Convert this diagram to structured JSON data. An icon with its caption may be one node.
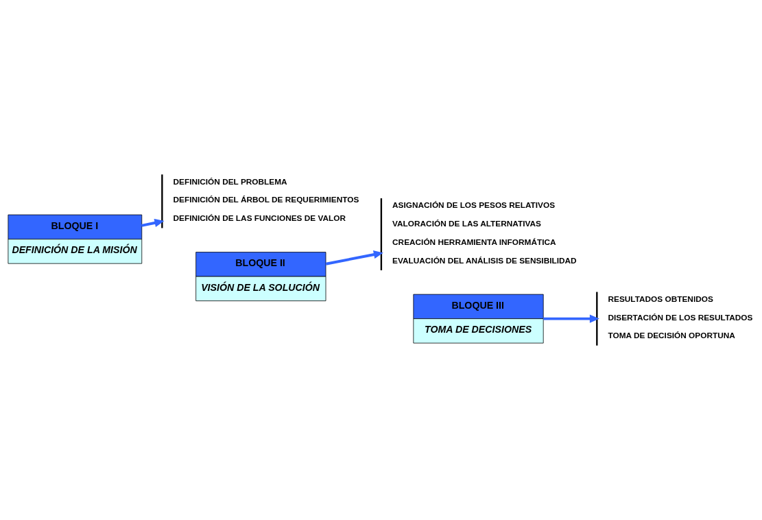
{
  "diagram": {
    "nodes": [
      {
        "text": [
          "BLOQUE I",
          "DEFINICIÓN DE LA MISIÓN"
        ]
      },
      {
        "text": [
          "DEFINICIÓN DEL PROBLEMA",
          "DEFINICIÓN DEL ÁRBOL DE REQUERIMIENTOS",
          "DEFINICIÓN DE LAS FUNCIONES DE VALOR"
        ]
      },
      {
        "text": [
          "BLOQUE II",
          "VISIÓN DE LA SOLUCIÓN"
        ]
      },
      {
        "text": [
          "ASIGNACIÓN DE LOS PESOS RELATIVOS",
          "VALORACIÓN DE LAS ALTERNATIVAS",
          "CREACIÓN HERRAMIENTA INFORMÁTICA",
          "EVALUACIÓN DEL ANÁLISIS DE SENSIBILIDAD"
        ]
      },
      {
        "text": [
          "BLOQUE III",
          "TOMA DE DECISIONES"
        ]
      },
      {
        "text": [
          "RESULTADOS OBTENIDOS",
          "DISERTACIÓN DE LOS RESULTADOS",
          "TOMA DE DECISIÓN OPORTUNA"
        ]
      }
    ],
    "edges": [
      {
        "from": 0,
        "to": 1,
        "arrow": "to"
      },
      {
        "from": 2,
        "to": 3,
        "arrow": "to"
      },
      {
        "from": 4,
        "to": 5,
        "arrow": "to"
      }
    ]
  }
}
